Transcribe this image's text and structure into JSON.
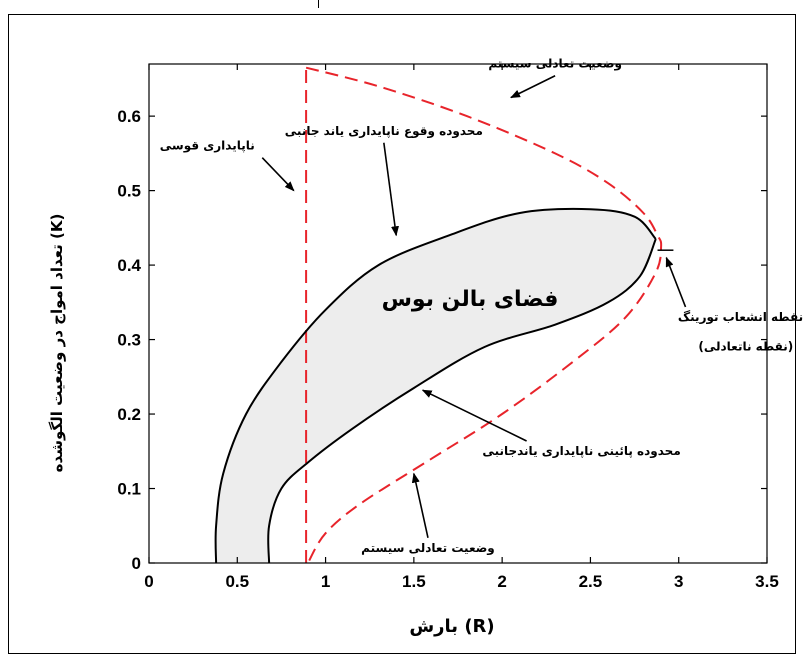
{
  "chart_data": {
    "type": "line",
    "xlabel": "بارش (R)",
    "ylabel": "تعداد امواج در وضعیت الگوشده (K)",
    "xlim": [
      0,
      3.5
    ],
    "ylim": [
      0,
      0.67
    ],
    "x_ticks": [
      0,
      0.5,
      1,
      1.5,
      2,
      2.5,
      3,
      3.5
    ],
    "x_tick_labels": [
      "0",
      "0.5",
      "1",
      "1.5",
      "2",
      "2.5",
      "3",
      "3.5"
    ],
    "y_ticks": [
      0,
      0.1,
      0.2,
      0.3,
      0.4,
      0.5,
      0.6
    ],
    "y_tick_labels": [
      "0",
      "0.1",
      "0.2",
      "0.3",
      "0.4",
      "0.5",
      "0.6"
    ],
    "grid": false,
    "region_label": "فضای بالن بوس",
    "colors": {
      "boundary": "#000000",
      "equilibrium": "#e8242b",
      "region_fill": "#ededed"
    },
    "series": [
      {
        "style": "dashed-red",
        "x": [
          0.89,
          0.89
        ],
        "y": [
          0.0,
          0.665
        ]
      },
      {
        "style": "dashed-red",
        "x": [
          0.89,
          1.3,
          1.8,
          2.3,
          2.6,
          2.8,
          2.88,
          2.9,
          2.87,
          2.7,
          2.4,
          2.0,
          1.6,
          1.2,
          1.0,
          0.9
        ],
        "y": [
          0.665,
          0.64,
          0.6,
          0.55,
          0.51,
          0.47,
          0.44,
          0.425,
          0.39,
          0.33,
          0.27,
          0.2,
          0.14,
          0.08,
          0.04,
          0.0
        ]
      },
      {
        "style": "solid-black-outer",
        "x": [
          0.38,
          0.38,
          0.42,
          0.55,
          0.75,
          1.0,
          1.3,
          1.7,
          2.1,
          2.5,
          2.75,
          2.87
        ],
        "y": [
          0.0,
          0.05,
          0.12,
          0.2,
          0.27,
          0.34,
          0.4,
          0.44,
          0.47,
          0.475,
          0.465,
          0.435
        ]
      },
      {
        "style": "solid-black-inner",
        "x": [
          0.68,
          0.68,
          0.75,
          0.9,
          1.15,
          1.5,
          1.9,
          2.3,
          2.6,
          2.78,
          2.87
        ],
        "y": [
          0.0,
          0.05,
          0.1,
          0.135,
          0.18,
          0.235,
          0.29,
          0.32,
          0.35,
          0.385,
          0.435
        ]
      }
    ],
    "annotations": [
      {
        "text": "وضعیت تعادلی سیستم",
        "x": 2.3,
        "y": 0.665,
        "arrow_to": [
          2.05,
          0.625
        ]
      },
      {
        "text": "ناپایداری قوسی",
        "x": 0.33,
        "y": 0.555,
        "arrow_to": [
          0.82,
          0.5
        ]
      },
      {
        "text": "محدوده وقوع ناپایداری یاند جانبی",
        "x": 1.33,
        "y": 0.575,
        "arrow_to": [
          1.4,
          0.44
        ]
      },
      {
        "text": "نقطه انشعاب تورینگ",
        "x": 3.35,
        "y": 0.325,
        "arrow_to": [
          2.93,
          0.41
        ]
      },
      {
        "text": "(نقطه ناتعادلی)",
        "x": 3.38,
        "y": 0.285
      },
      {
        "text": "محدوده پائینی ناپایداری یاندجانبی",
        "x": 2.45,
        "y": 0.145,
        "arrow_to": [
          1.55,
          0.232
        ]
      },
      {
        "text": "وضعیت تعادلی سیستم",
        "x": 1.58,
        "y": 0.015,
        "arrow_to": [
          1.5,
          0.12
        ]
      }
    ]
  }
}
